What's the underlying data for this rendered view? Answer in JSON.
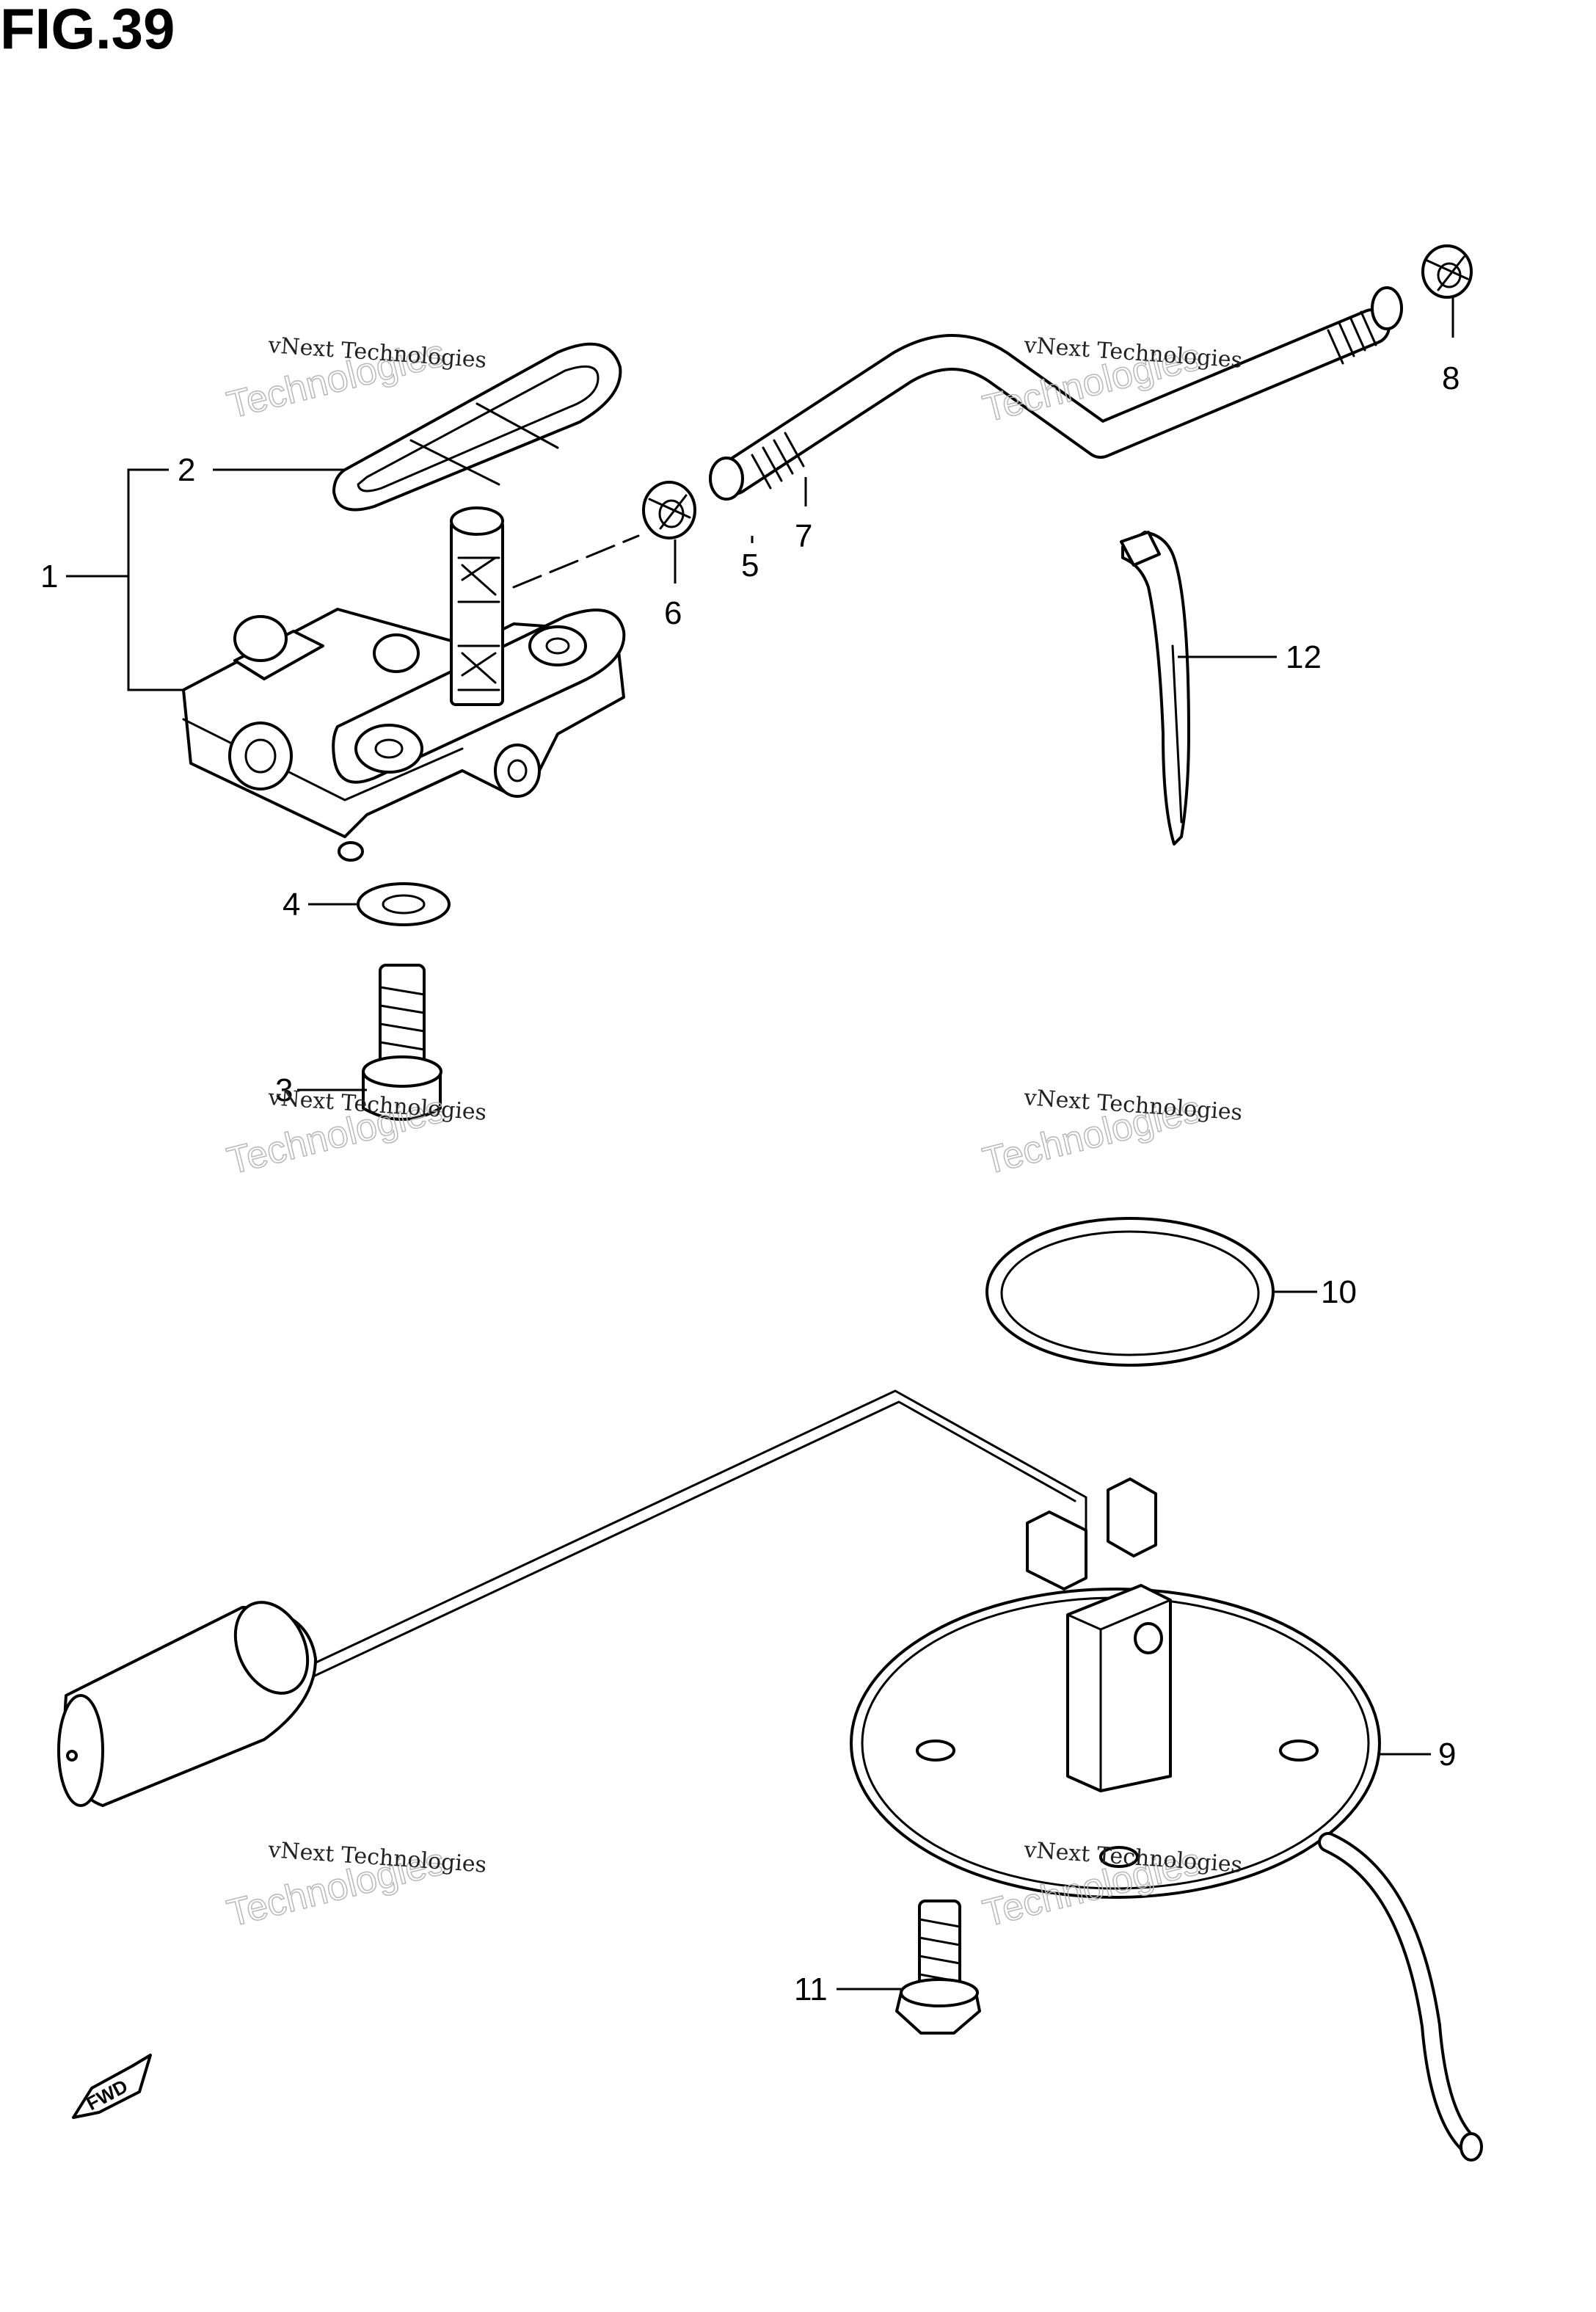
{
  "figure": {
    "title": "FIG.39"
  },
  "callouts": {
    "c1": "1",
    "c2": "2",
    "c3": "3",
    "c4": "4",
    "c5": "5",
    "c6": "6",
    "c7": "7",
    "c8": "8",
    "c9": "9",
    "c10": "10",
    "c11": "11",
    "c12": "12"
  },
  "watermarks": [
    "vNext Technologies",
    "vNext Technologies",
    "vNext Technologies",
    "vNext Technologies",
    "vNext Technologies",
    "vNext Technologies"
  ],
  "fwd_badge": "FWD"
}
